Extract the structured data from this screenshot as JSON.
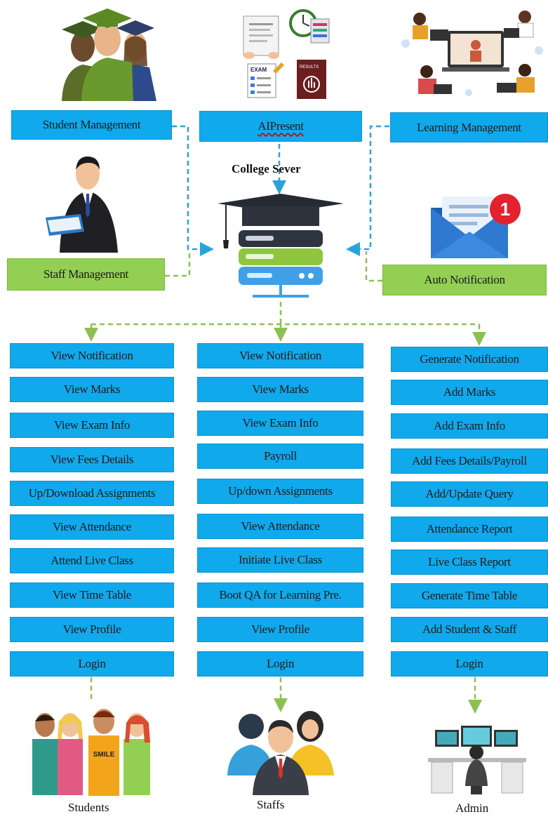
{
  "top_modules": {
    "student_management": "Student Management",
    "aipresent": "AIPresent",
    "learning_management": "Learning Management",
    "staff_management": "Staff Management",
    "auto_notification": "Auto Notification"
  },
  "server_label": "College Sever",
  "notification_badge": "1",
  "exam_doc_label": "EXAM",
  "results_doc_label": "RESULTS",
  "student_shirt_text": "SMILE",
  "columns": {
    "students": {
      "label": "Students",
      "items": [
        "View Notification",
        "View Marks",
        "View Exam Info",
        "View Fees Details",
        "Up/Download Assignments",
        "View Attendance",
        "Attend Live Class",
        "View Time Table",
        "View Profile",
        "Login"
      ]
    },
    "staffs": {
      "label": "Staffs",
      "items": [
        "View Notification",
        "View Marks",
        "View Exam Info",
        "Payroll",
        "Up/down Assignments",
        "View Attendance",
        "Initiate Live Class",
        "Boot QA for Learning Pre.",
        "View Profile",
        "Login"
      ]
    },
    "admin": {
      "label": "Admin",
      "items": [
        "Generate Notification",
        "Add Marks",
        "Add Exam Info",
        "Add Fees Details/Payroll",
        "Add/Update Query",
        "Attendance Report",
        "Live Class Report",
        "Generate Time Table",
        "Add Student & Staff",
        "Login"
      ]
    }
  },
  "colors": {
    "blue_box": "#10a9ec",
    "green_box": "#93cf53",
    "blue_line": "#29a3dc",
    "green_line": "#8cc152"
  }
}
